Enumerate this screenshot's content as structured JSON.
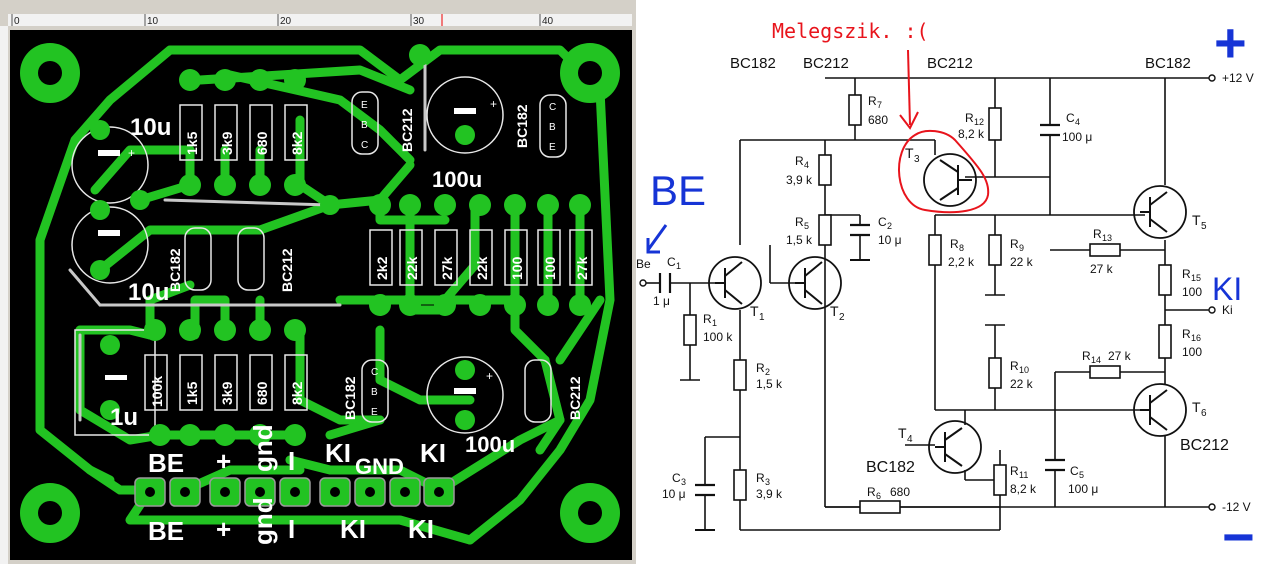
{
  "ruler": {
    "marks": [
      "0",
      "10",
      "20",
      "30",
      "40"
    ]
  },
  "pcb": {
    "caps": [
      "10u",
      "10u",
      "1u",
      "100u",
      "100u"
    ],
    "resistors_top": [
      "1k5",
      "3k9",
      "680",
      "8k2"
    ],
    "resistors_mid": [
      "2k2",
      "22k",
      "27k",
      "22k",
      "100",
      "100",
      "27k"
    ],
    "resistors_bot": [
      "100k",
      "1k5",
      "3k9",
      "680",
      "8k2"
    ],
    "transistors": [
      "BC212",
      "BC182",
      "BC182",
      "BC212",
      "BC182",
      "BC212"
    ],
    "pins": {
      "c": "C",
      "b": "B",
      "e": "E"
    },
    "conn_top": [
      "BE",
      "+",
      "gnd",
      "I",
      "KI",
      "GND",
      "KI"
    ],
    "conn_bottom": [
      "BE",
      "+",
      "gnd",
      "I",
      "KI",
      "KI"
    ]
  },
  "schematic": {
    "annotation": "Melegszik. :(",
    "be_handwritten": "BE",
    "ki_handwritten": "KI",
    "plus_sign": "+",
    "minus_sign": "−",
    "top_labels": [
      "BC182",
      "BC212",
      "BC212",
      "BC182"
    ],
    "rails": {
      "pos": "+12 V",
      "neg": "-12 V"
    },
    "io": {
      "in": "Be",
      "out": "Ki"
    },
    "parts": {
      "C1": [
        "C",
        "1",
        "1 μ"
      ],
      "R1": [
        "R",
        "1",
        "100 k"
      ],
      "R2": [
        "R",
        "2",
        "1,5 k"
      ],
      "R3": [
        "R",
        "3",
        "3,9 k"
      ],
      "C3": [
        "C",
        "3",
        "10 μ"
      ],
      "R4": [
        "R",
        "4",
        "3,9 k"
      ],
      "R5": [
        "R",
        "5",
        "1,5 k"
      ],
      "C2": [
        "C",
        "2",
        "10 μ"
      ],
      "R6": [
        "R",
        "6",
        "680"
      ],
      "R7": [
        "R",
        "7",
        "680"
      ],
      "R8": [
        "R",
        "8",
        "2,2 k"
      ],
      "R9": [
        "R",
        "9",
        "22 k"
      ],
      "R10": [
        "R",
        "10",
        "22 k"
      ],
      "R11": [
        "R",
        "11",
        "8,2 k"
      ],
      "R12": [
        "R",
        "12",
        "8,2 k"
      ],
      "C4": [
        "C",
        "4",
        "100 μ"
      ],
      "R13": [
        "R",
        "13",
        "27 k"
      ],
      "R14": [
        "R",
        "14",
        "27 k"
      ],
      "R15": [
        "R",
        "15",
        "100"
      ],
      "R16": [
        "R",
        "16",
        "100"
      ],
      "C5": [
        "C",
        "5",
        "100 μ"
      ]
    },
    "transistors": {
      "T1": "T",
      "T2": "T",
      "T3": "T",
      "T4": "T",
      "T5": "T",
      "T6": "T"
    },
    "transistor_subs": {
      "T1": "1",
      "T2": "2",
      "T3": "3",
      "T4": "4",
      "T5": "5",
      "T6": "6"
    },
    "t4_type": "BC182",
    "t6_type": "BC212"
  },
  "colors": {
    "copper": "#22c322",
    "board": "#000000",
    "annotation": "#e8141c",
    "ink": "#1634d6"
  }
}
